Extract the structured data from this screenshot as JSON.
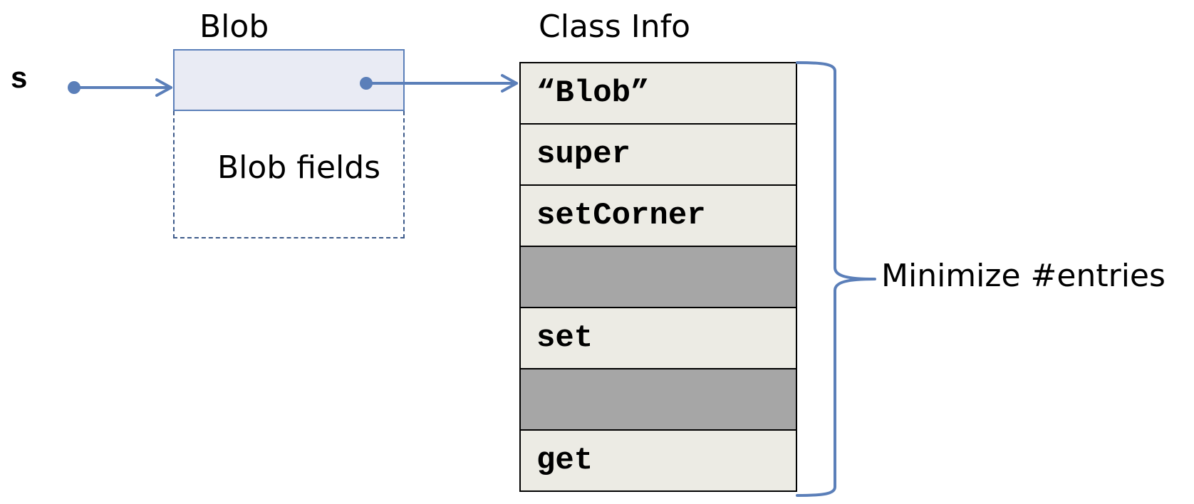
{
  "variable": {
    "name": "s"
  },
  "blob": {
    "title": "Blob",
    "fields_label": "Blob fields"
  },
  "class_info": {
    "title": "Class Info",
    "entries": [
      {
        "label": "“Blob”",
        "filled": true
      },
      {
        "label": "super",
        "filled": true
      },
      {
        "label": "setCorner",
        "filled": true
      },
      {
        "label": "",
        "filled": false
      },
      {
        "label": "set",
        "filled": true
      },
      {
        "label": "",
        "filled": false
      },
      {
        "label": "get",
        "filled": true
      }
    ]
  },
  "annotation": {
    "label": "Minimize #entries"
  },
  "colors": {
    "arrow": "#5b7fb9",
    "blob_fill": "#e9ebf4",
    "entry_fill": "#ecebe4",
    "empty_entry_fill": "#a6a6a6"
  }
}
